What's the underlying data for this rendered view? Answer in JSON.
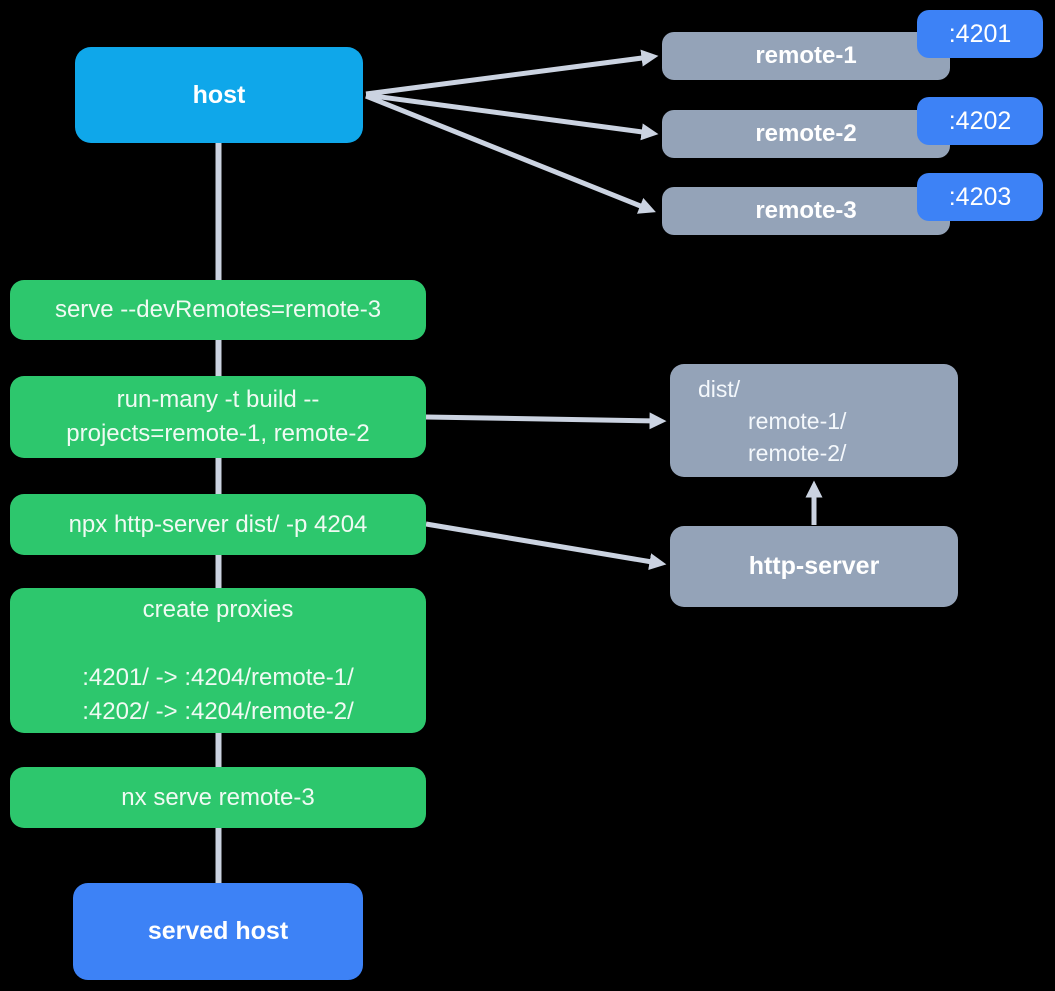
{
  "diagram_title": "host module federation serve flow",
  "colors": {
    "background": "#000000",
    "host_node": "#0fa7ea",
    "command_node": "#2dc76d",
    "remote_node": "#94a3b8",
    "port_badge": "#3d82f6",
    "served_host_node": "#3d82f6",
    "connector": "#cbd3e1",
    "text": "#ffffff"
  },
  "host": {
    "label": "host"
  },
  "served_host": {
    "label": "served host"
  },
  "remotes": [
    {
      "label": "remote-1",
      "port": ":4201"
    },
    {
      "label": "remote-2",
      "port": ":4202"
    },
    {
      "label": "remote-3",
      "port": ":4203"
    }
  ],
  "commands": [
    {
      "lines": [
        "serve --devRemotes=remote-3"
      ]
    },
    {
      "lines": [
        "run-many -t build --",
        "projects=remote-1, remote-2"
      ]
    },
    {
      "lines": [
        "npx http-server dist/ -p 4204"
      ]
    },
    {
      "lines": [
        "create proxies",
        "",
        ":4201/ -> :4204/remote-1/",
        ":4202/ -> :4204/remote-2/"
      ]
    },
    {
      "lines": [
        "nx serve remote-3"
      ]
    }
  ],
  "dist_box": {
    "lines": [
      "dist/",
      "remote-1/",
      "remote-2/"
    ]
  },
  "http_server": {
    "label": "http-server"
  }
}
